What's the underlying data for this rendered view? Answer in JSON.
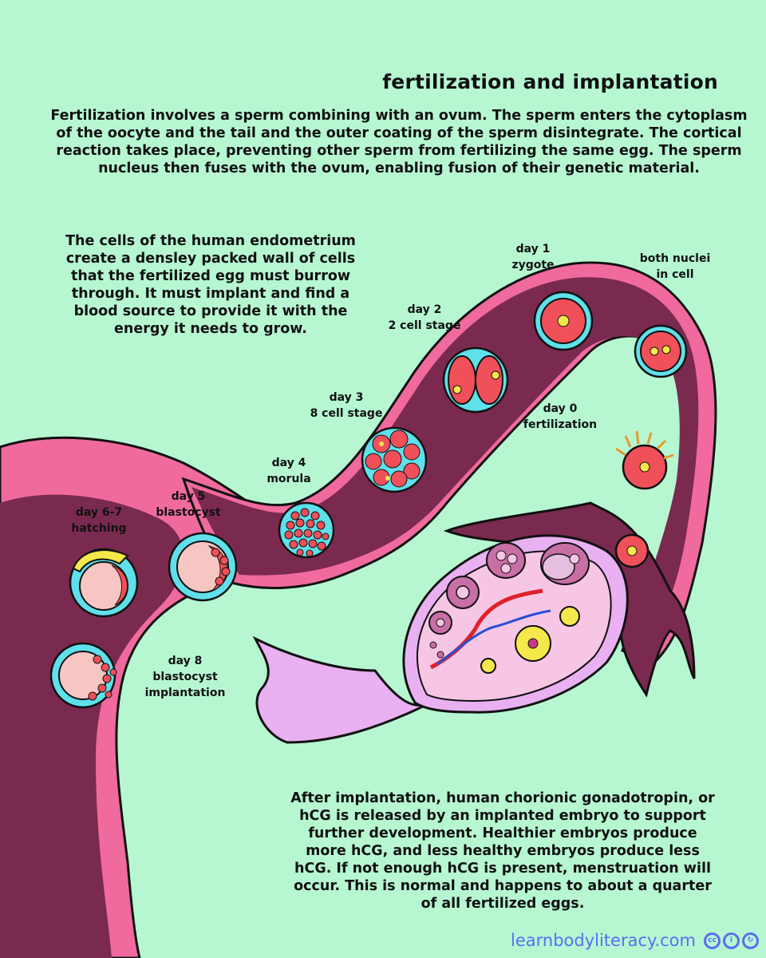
{
  "title": "fertilization and implantation",
  "intro_paragraph": "Fertilization involves a sperm combining with an ovum. The sperm enters the cytoplasm of the oocyte and the tail and the outer coating of the sperm disintegrate. The cortical reaction takes place, preventing other sperm from fertilizing the same egg. The sperm nucleus then fuses with the ovum, enabling fusion of their genetic material.",
  "endometrium_paragraph": "The cells of the human endometrium create a densley packed wall of cells that the fertilized egg must burrow through. It must implant and find a blood source to provide it with the energy it needs to grow.",
  "hcg_paragraph": "After implantation, human chorionic gonadotropin, or hCG is released by an implanted embryo to support further development. Healthier embryos produce more hCG, and less healthy embryos produce less hCG. If not enough hCG is present, menstruation will occur. This is normal and happens to about a quarter of all fertilized eggs.",
  "stages": [
    {
      "line1": "day 0",
      "line2": "fertilization"
    },
    {
      "line1": "both nuclei",
      "line2": "in cell"
    },
    {
      "line1": "day 1",
      "line2": "zygote"
    },
    {
      "line1": "day 2",
      "line2": "2 cell stage"
    },
    {
      "line1": "day 3",
      "line2": "8 cell stage"
    },
    {
      "line1": "day 4",
      "line2": "morula"
    },
    {
      "line1": "day 5",
      "line2": "blastocyst"
    },
    {
      "line1": "day 6-7",
      "line2": "hatching"
    },
    {
      "line1": "day 8",
      "line2": "blastocyst",
      "line3": "implantation"
    }
  ],
  "footer": {
    "url": "learnbodyliteracy.com",
    "license_icons": [
      "cc-icon",
      "by-icon",
      "sa-icon"
    ]
  },
  "colors": {
    "background": "#b6f7d2",
    "tube": "#7a2a4e",
    "tube_outline": "#f25c94",
    "ovary": "#e9b0f2",
    "cell_ring": "#5fe0ea",
    "cell_core": "#f0505a",
    "nucleus": "#f5e84a",
    "link": "#5b6df0"
  }
}
